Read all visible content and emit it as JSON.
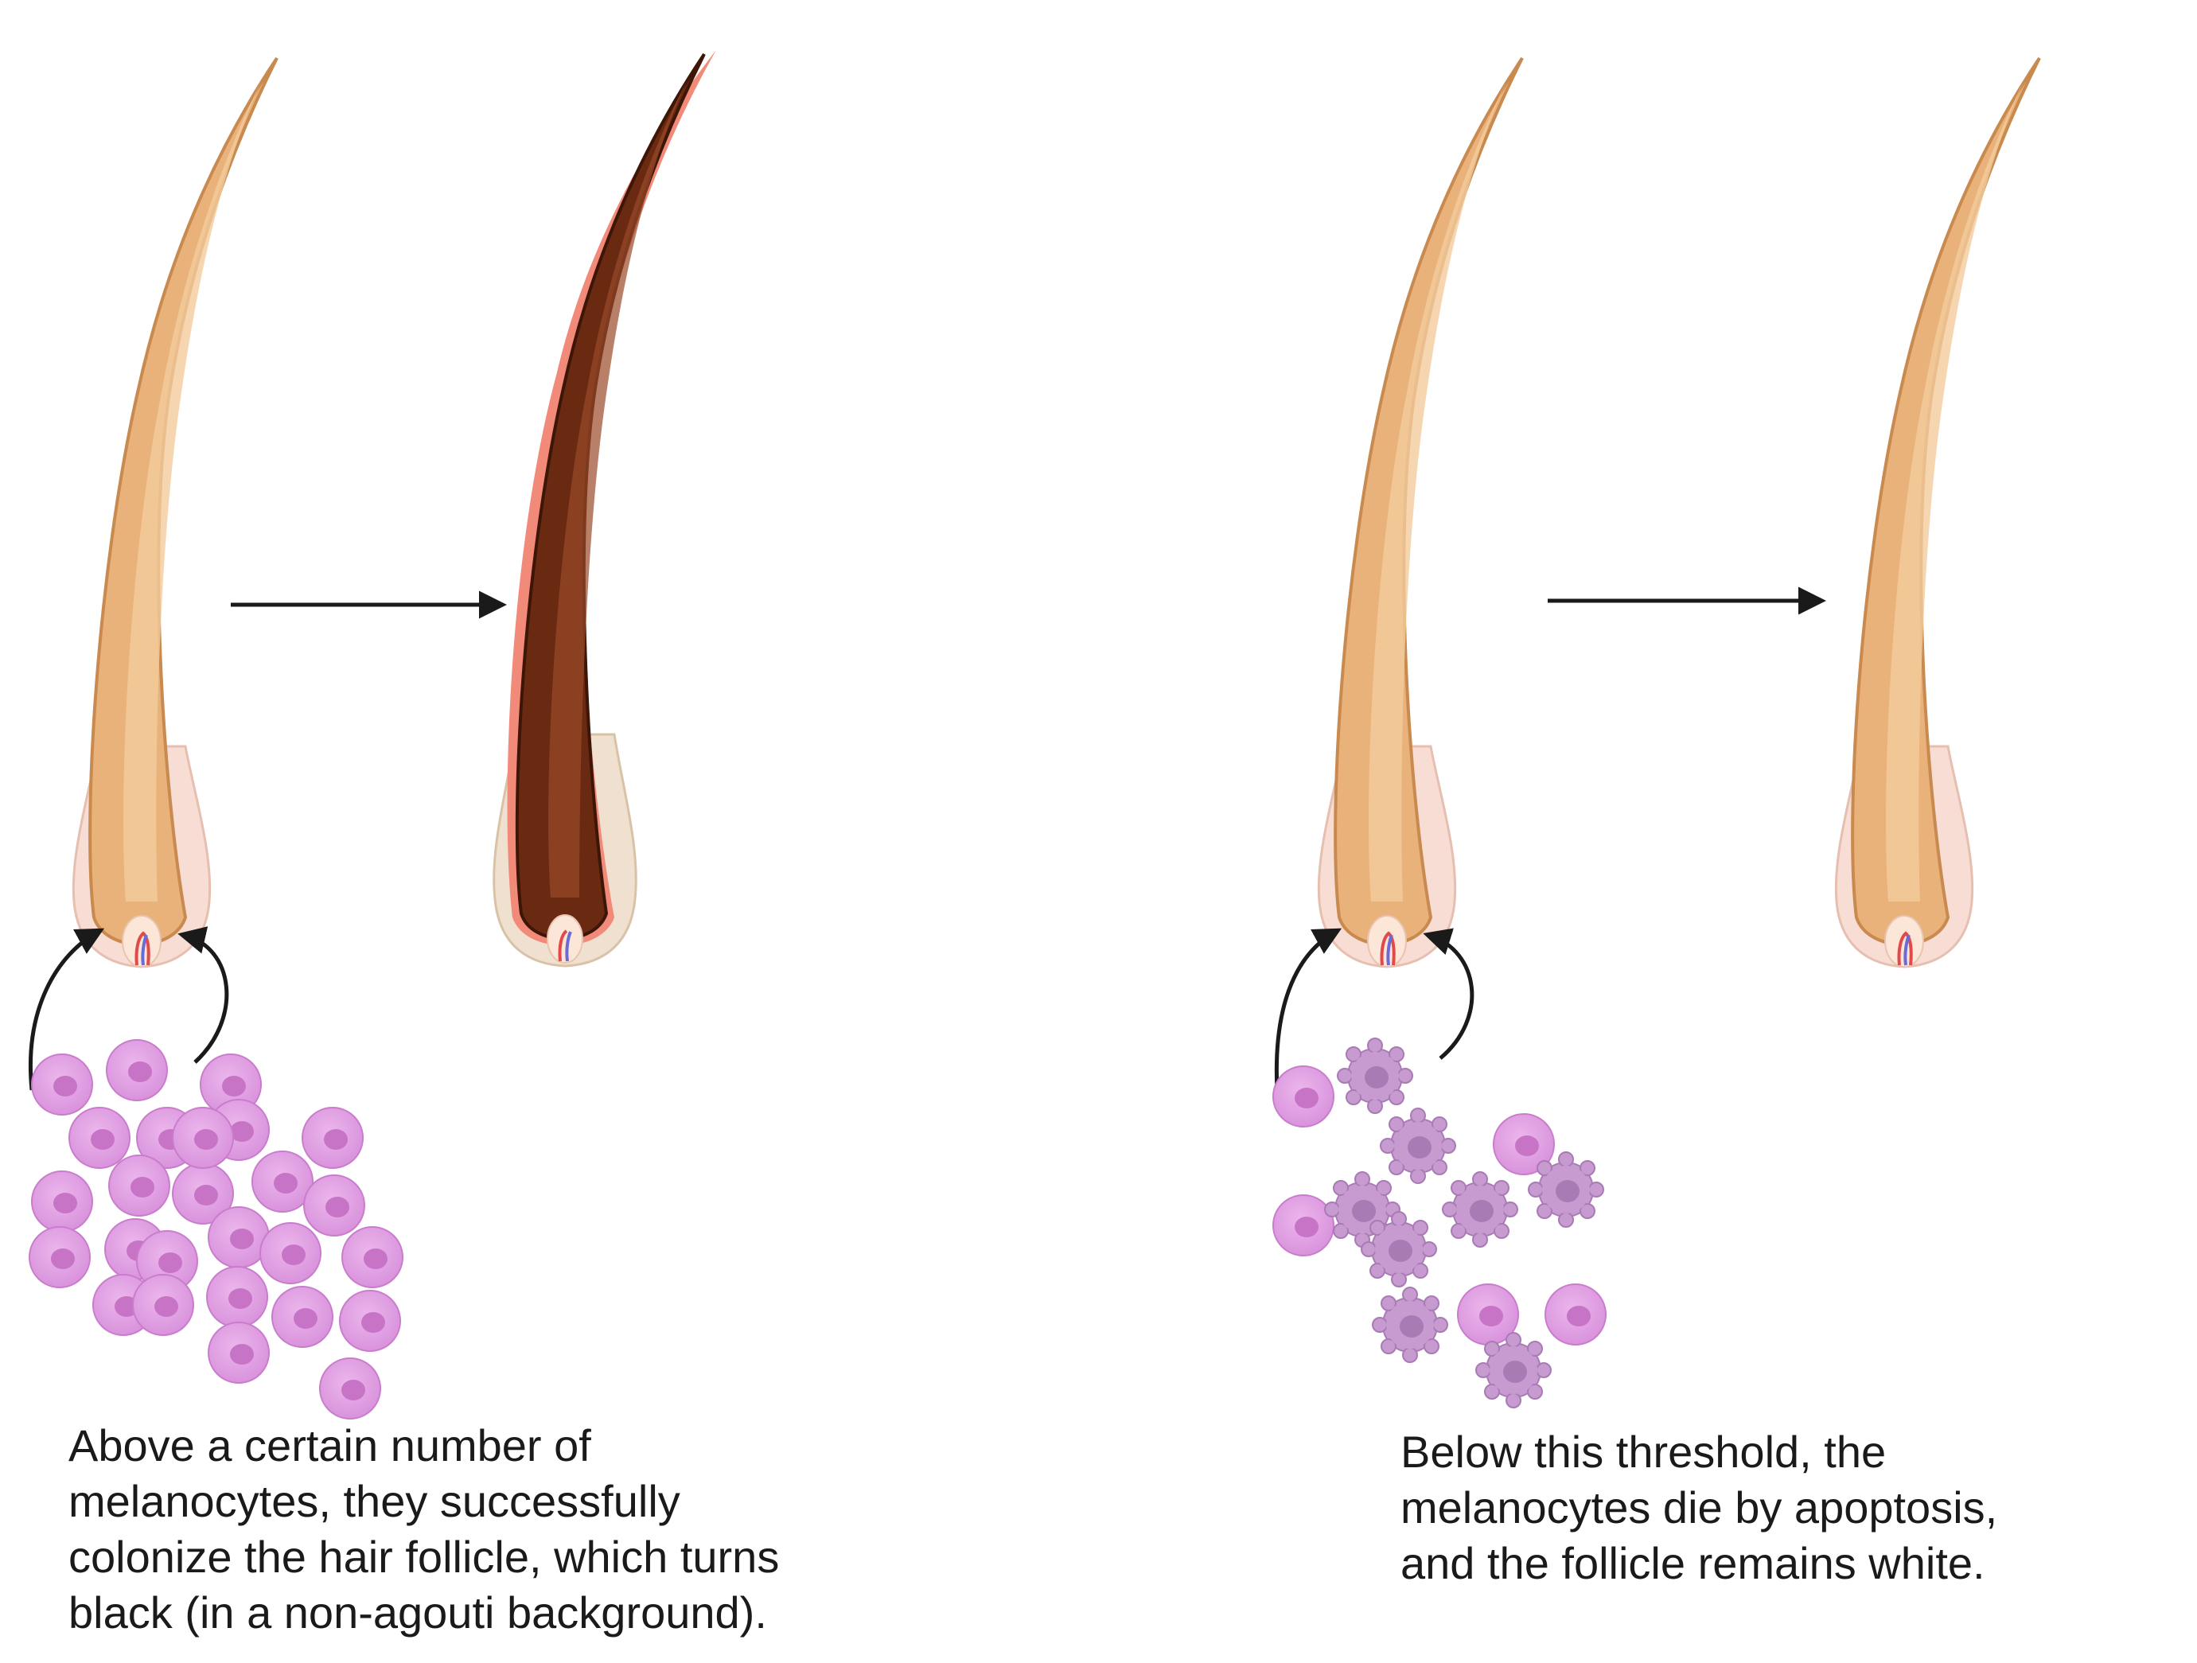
{
  "colors": {
    "hair_light": "#e8b27a",
    "hair_light_dark": "#c98a4f",
    "hair_black": "#6a2a12",
    "hair_black_dark": "#3e1608",
    "sheath": "#f6d9cf",
    "sheath_pink": "#f28a7a",
    "melanocyte": "#e2a3e4",
    "melanocyte_nucleus": "#c774c6",
    "apoptotic": "#c79ad0",
    "apoptotic_nucleus": "#a87bb5",
    "arrow": "#1a1a1a"
  },
  "icons": {
    "hair_follicle": "hair-follicle-icon",
    "melanocyte": "melanocyte-icon",
    "apoptotic_melanocyte": "apoptotic-melanocyte-icon",
    "arrow": "arrow-icon"
  },
  "captions": {
    "left": [
      "Above a certain number of",
      "melanocytes, they successfully",
      "colonize the hair follicle, which turns",
      "black (in a non-agouti background)."
    ],
    "right": [
      "Below this threshold, the",
      "melanocytes die by apoptosis,",
      "and the follicle remains white."
    ]
  }
}
